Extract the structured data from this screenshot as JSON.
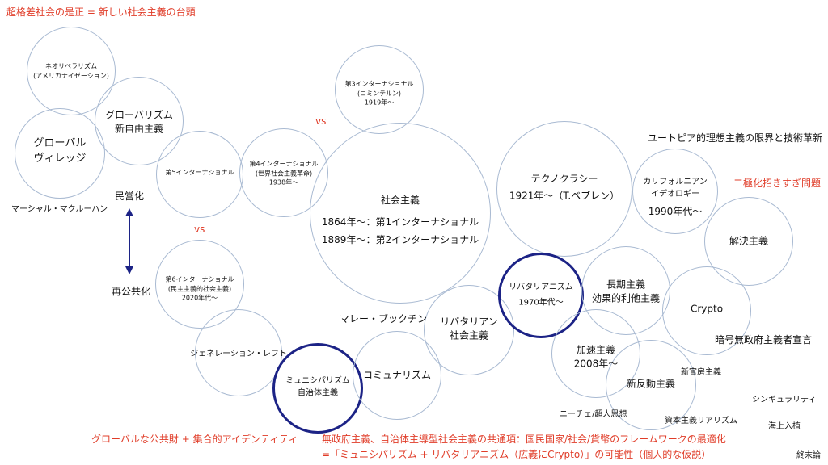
{
  "title": "超格差社会の是正 = 新しい社会主義の台頭",
  "nodes": {
    "neoliberalism": [
      "ネオリベラリズム",
      "(アメリカナイゼーション)"
    ],
    "globalism": [
      "グローバリズム",
      "新自由主義"
    ],
    "global_village": [
      "グローバル",
      "ヴィレッジ"
    ],
    "fifth_intl": [
      "第5インターナショナル"
    ],
    "fourth_intl": [
      "第4インターナショナル",
      "(世界社会主義革命)",
      "1938年〜"
    ],
    "third_intl": [
      "第3インターナショナル",
      "(コミンテルン)",
      "1919年〜"
    ],
    "socialism": [
      "社会主義",
      "1864年〜：第1インターナショナル",
      "1889年〜：第2インターナショナル"
    ],
    "technocracy": [
      "テクノクラシー",
      "1921年〜（T.ベブレン）"
    ],
    "californian": [
      "カリフォルニアン",
      "イデオロギー",
      "1990年代〜"
    ],
    "solutionism": [
      "解決主義"
    ],
    "sixth_intl": [
      "第6インターナショナル",
      "(民主主義的社会主義)",
      "2020年代〜"
    ],
    "generation_left": [
      "ジェネレーション・レフト"
    ],
    "municipalism": [
      "ミュニシパリズム",
      "自治体主義"
    ],
    "communalism": [
      "コミュナリズム"
    ],
    "libertarian_socialism": [
      "リバタリアン",
      "社会主義"
    ],
    "libertarian_municipalism": [
      "リバタリアニズム",
      "1970年代〜"
    ],
    "longtermism": [
      "長期主義",
      "効果的利他主義"
    ],
    "accelerationism": [
      "加速主義",
      "2008年〜"
    ],
    "neoreaction": [
      "新反動主義"
    ],
    "crypto": [
      "Crypto"
    ]
  },
  "labels": {
    "vs_top": "vs",
    "vs_mid": "vs",
    "mcluhan": "マーシャル・マクルーハン",
    "privatization": "民営化",
    "recommonization": "再公共化",
    "bookchin": "マレー・ブックチン",
    "utopia": "ユートピア的理想主義の限界と技術革新",
    "polarization": "二極化招きすぎ問題",
    "crypto_anarchist": "暗号無政府主義者宣言",
    "neocameralism": "新官房主義",
    "singularity": "シンギュラリティ",
    "nietzsche": "ニーチェ/超人思想",
    "capitalist_realism": "資本主義リアリズム",
    "seasteading": "海上入植",
    "eschatology": "終末論",
    "global_commons": "グローバルな公共財 + 集合的アイデンティティ",
    "common_theme_1": "無政府主義、自治体主導型社会主義の共通項：国民国家/社会/貨幣のフレームワークの最適化",
    "common_theme_2": "=「ミュニシパリズム + リバタリアニズム（広義にCrypto）」の可能性（個人的な仮説）"
  },
  "colors": {
    "circle_outline": "#a9bad2",
    "highlight_outline": "#1c2386",
    "accent_red": "#e03c28",
    "arrow": "#1c2386"
  }
}
